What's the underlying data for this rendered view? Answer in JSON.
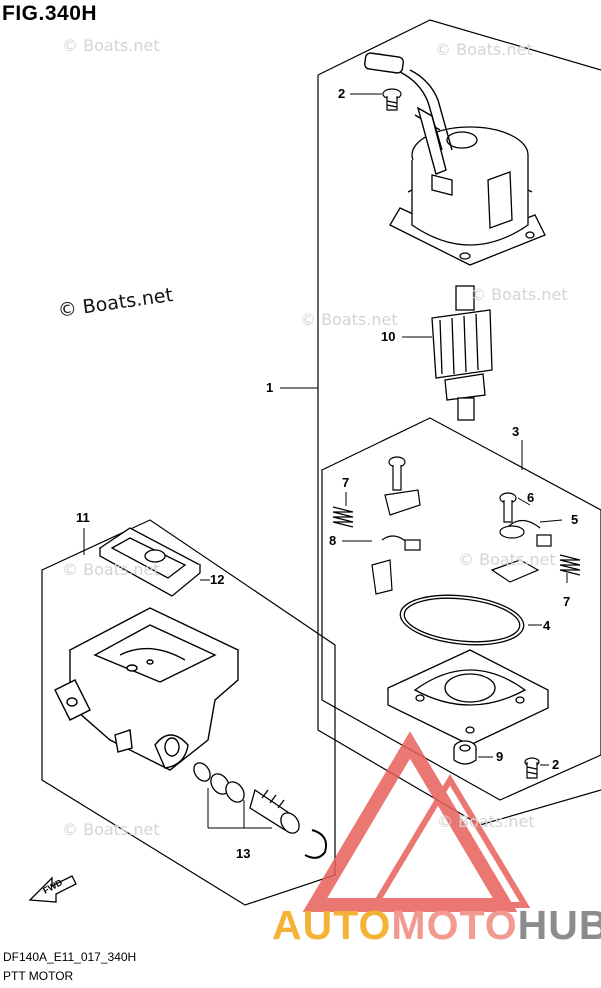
{
  "figure": {
    "title": "FIG.340H"
  },
  "watermarks": {
    "main": "© Boats.net",
    "faint": [
      "© Boats.net",
      "© Boats.net",
      "© Boats.net",
      "© Boats.net",
      "© Boats.net",
      "© Boats.net",
      "© Boats.net",
      "© Boats.net"
    ]
  },
  "callouts": [
    "1",
    "2",
    "3",
    "4",
    "5",
    "6",
    "7",
    "7",
    "8",
    "9",
    "2",
    "10",
    "11",
    "12",
    "13"
  ],
  "fwd_label": "FWD",
  "footer": {
    "code": "DF140A_E11_017_340H",
    "caption": "PTT MOTOR"
  },
  "brand": {
    "part1": "AUTO",
    "part2": "MOTO",
    "part3": "HUB"
  },
  "colors": {
    "line": "#000000",
    "watermark": "#d4d4d4",
    "brand_orange": "#f5b335",
    "brand_pink": "#f29a90",
    "brand_gray": "#8c8c8c",
    "logo_red": "#e8605a"
  }
}
